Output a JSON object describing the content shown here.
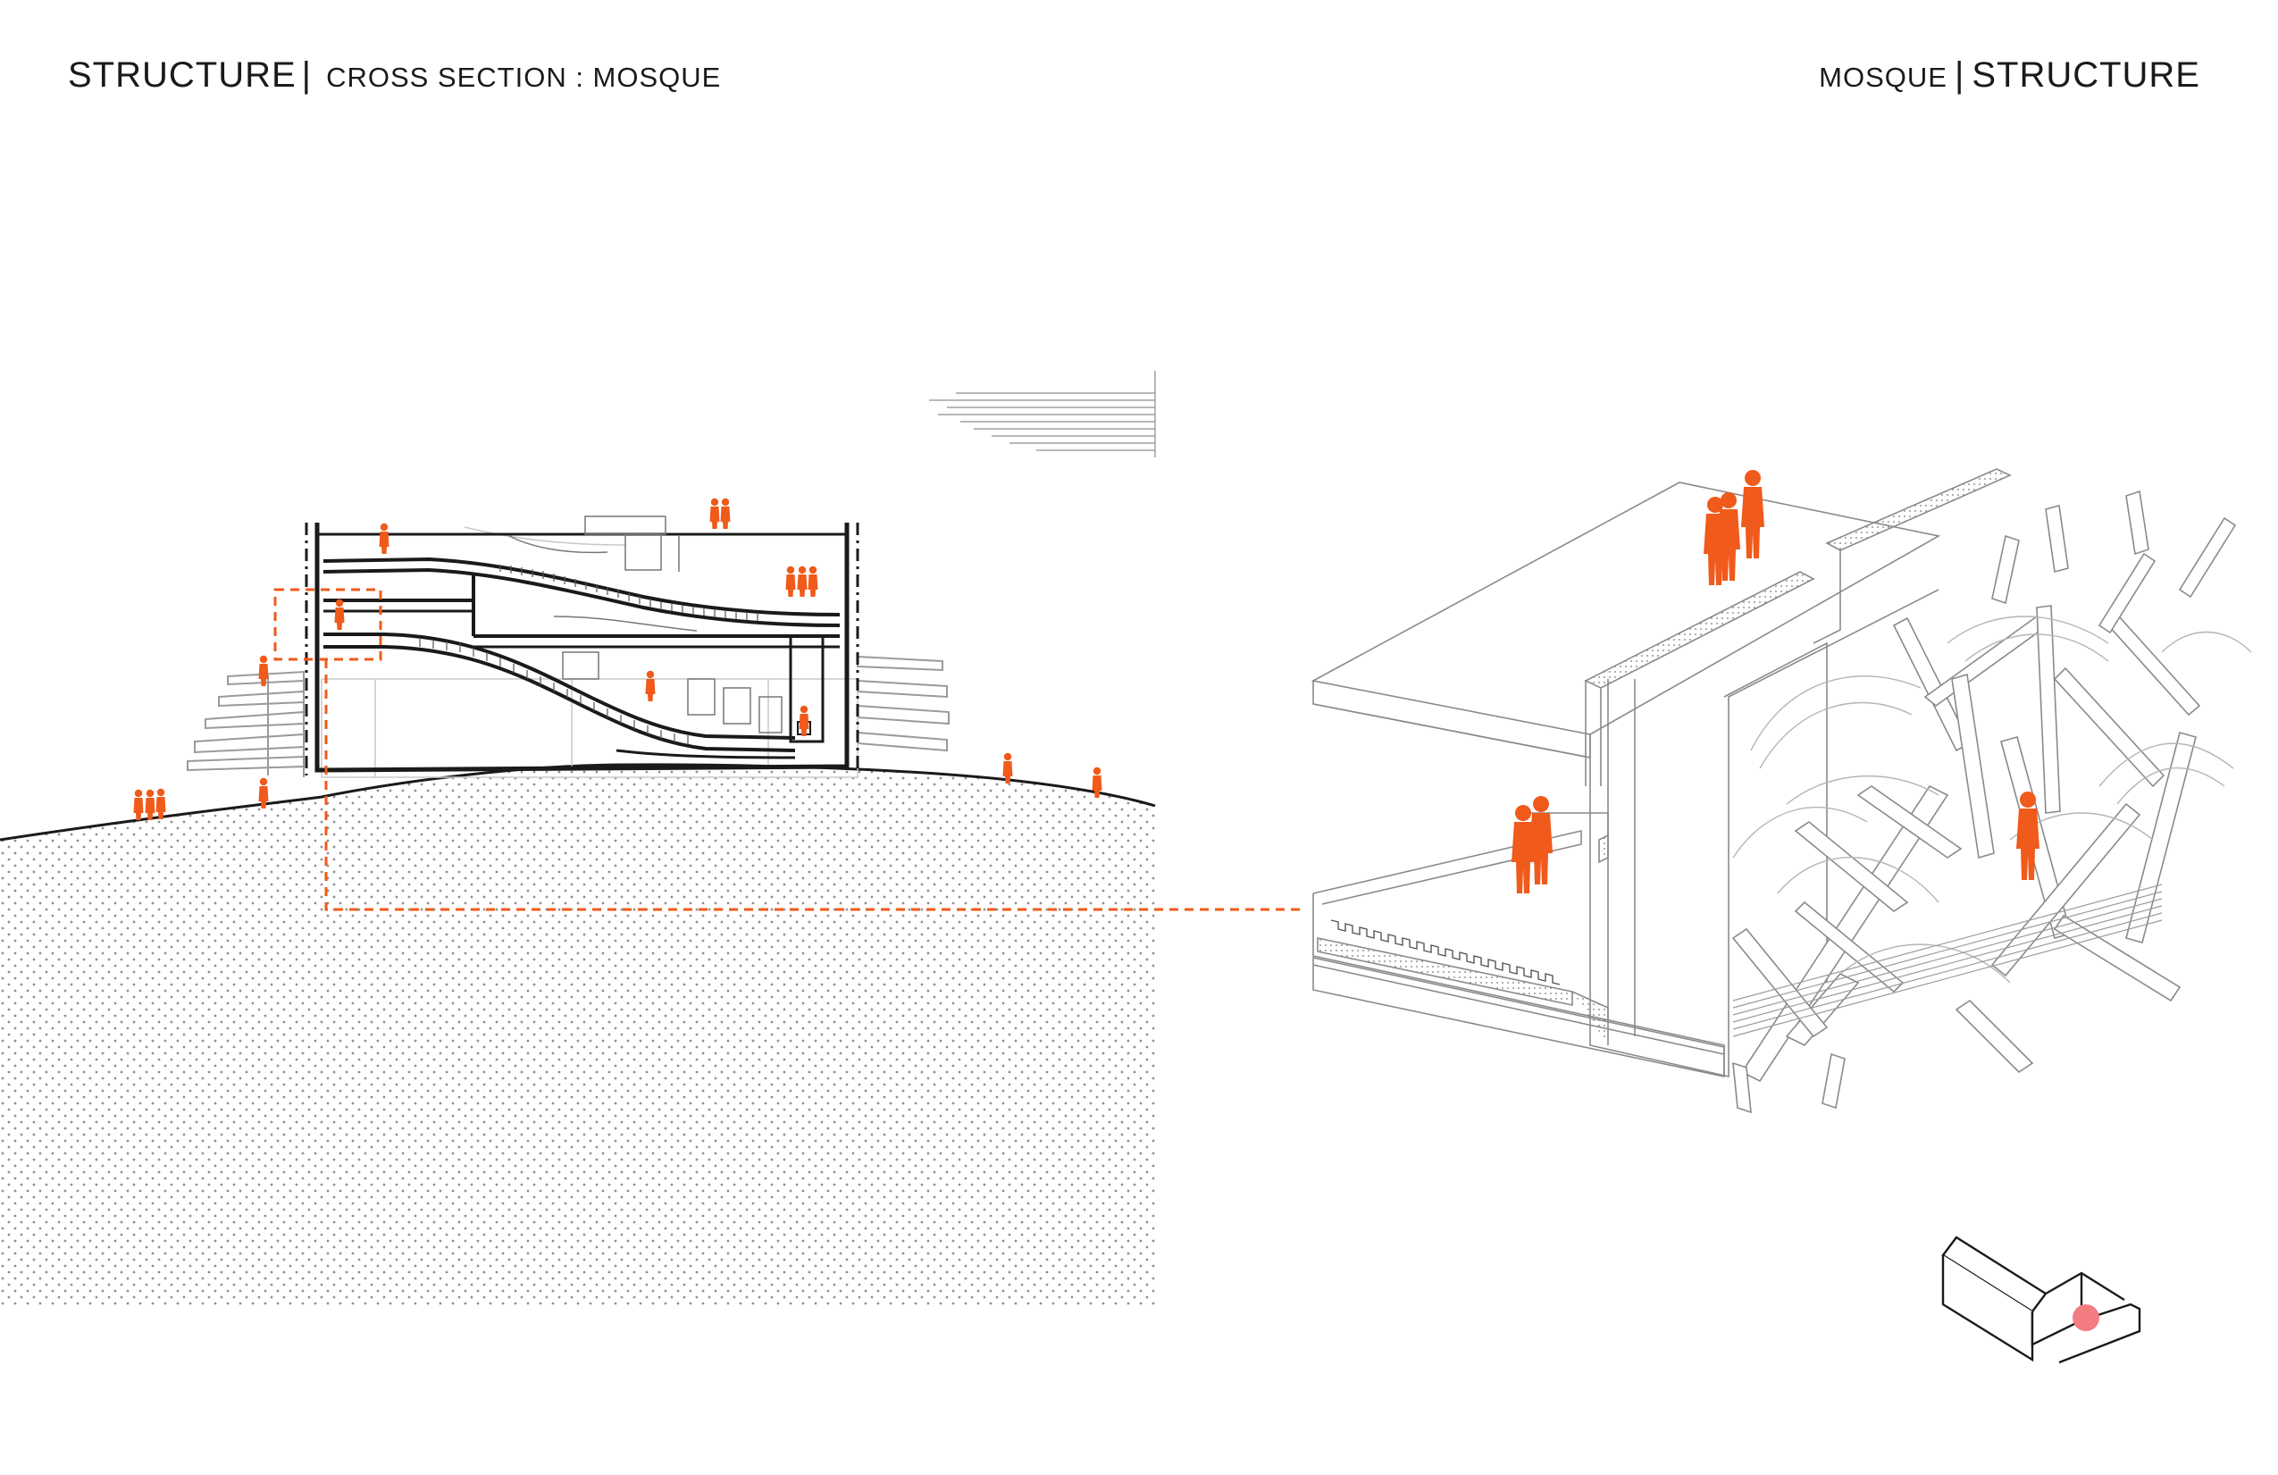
{
  "header_left": {
    "main": "STRUCTURE",
    "separator": "|",
    "sub": "CROSS SECTION : MOSQUE"
  },
  "header_right": {
    "sub": "MOSQUE",
    "separator": "|",
    "main": "STRUCTURE"
  },
  "colors": {
    "accent_orange": "#f05a1a",
    "ink": "#1a1a1a",
    "line_grey": "#8a8a8a",
    "light_line": "#c4c4c4",
    "ground_dot": "#9a9a9a",
    "key_marker": "#f27c82"
  },
  "icons": {
    "people": "human-figure-silhouette",
    "key_plan": "building-key-plan-icon"
  }
}
